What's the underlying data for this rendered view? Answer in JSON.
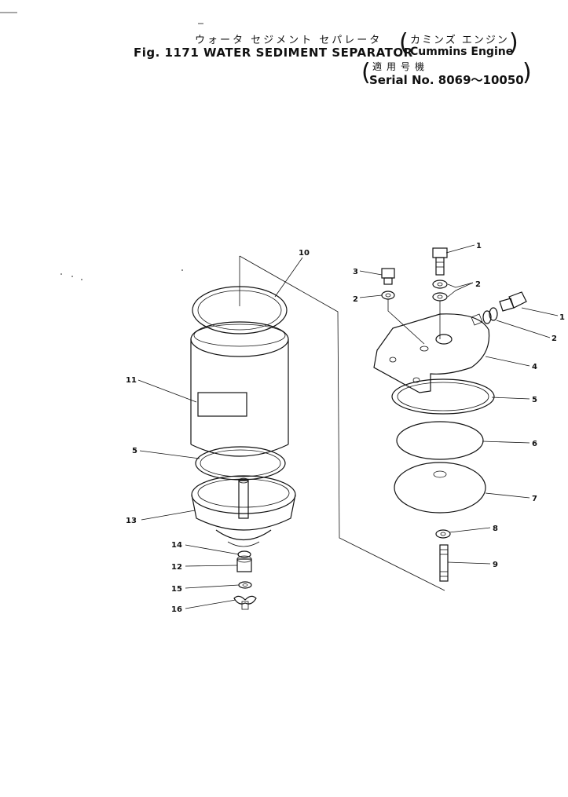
{
  "header": {
    "title_jp": "ウォータ セジメント セパレータ",
    "title_en": "Fig. 1171 WATER SEDIMENT SEPARATOR",
    "engine_jp": "カミンズ エンジン",
    "engine_en": "Cummins Engine",
    "serial_jp": "適用号機",
    "serial_en": "Serial No. 8069～10050"
  },
  "callouts": {
    "c1a": "1",
    "c1b": "1",
    "c2a": "2",
    "c2b": "2",
    "c2c": "2",
    "c3": "3",
    "c4": "4",
    "c5a": "5",
    "c5b": "5",
    "c6": "6",
    "c7": "7",
    "c8": "8",
    "c9": "9",
    "c10": "10",
    "c11": "11",
    "c12": "12",
    "c13": "13",
    "c14": "14",
    "c15": "15",
    "c16": "16"
  },
  "colors": {
    "ink": "#111111",
    "paper": "#ffffff"
  }
}
